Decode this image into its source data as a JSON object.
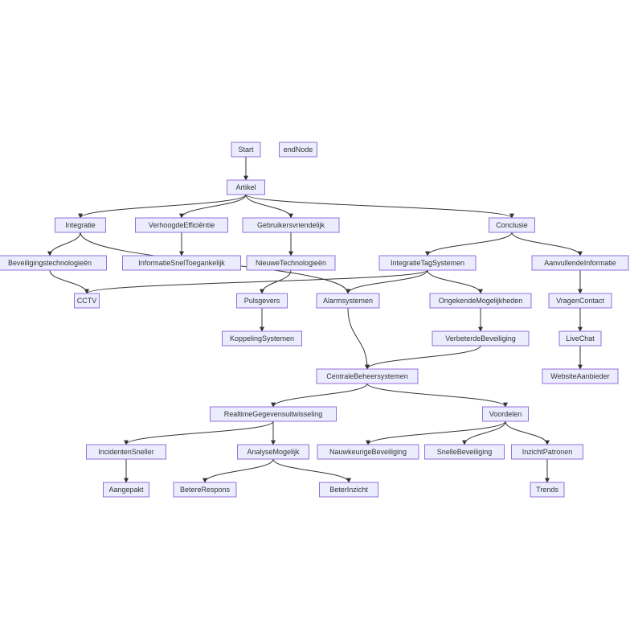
{
  "nodes": {
    "start": "Start",
    "endnode": "endNode",
    "artikel": "Artikel",
    "integratie": "Integratie",
    "verhoogde": "VerhoogdeEfficiëntie",
    "gebruikers": "Gebruikersvriendelijk",
    "conclusie": "Conclusie",
    "beveiligingstech": "Beveiligingstechnologieën",
    "infosnel": "InformatieSnelToegankelijk",
    "nieuwetech": "NieuweTechnologieën",
    "integratietag": "IntegratieTagSystemen",
    "aanvullende": "AanvullendeInformatie",
    "cctv": "CCTV",
    "pulsgevers": "Pulsgevers",
    "alarmsystemen": "Alarmsystemen",
    "ongekende": "OngekendeMogelijkheden",
    "vragencontact": "VragenContact",
    "koppeling": "KoppelingSystemen",
    "verbeterde": "VerbeterdeBeveiliging",
    "livechat": "LiveChat",
    "centrale": "CentraleBeheersystemen",
    "websiteaanbieder": "WebsiteAanbieder",
    "realtime": "RealtimeGegevensuitwisseling",
    "voordelen": "Voordelen",
    "incidenten": "IncidentenSneller",
    "analyse": "AnalyseMogelijk",
    "nauwkeurige": "NauwkeurigeBeveiliging",
    "snelle": "SnelleBeveiliging",
    "inzicht": "InzichtPatronen",
    "aangepakt": "Aangepakt",
    "betererespons": "BetereRespons",
    "beterinzicht": "BeterInzicht",
    "trends": "Trends"
  },
  "edges": [
    [
      "start",
      "artikel"
    ],
    [
      "artikel",
      "integratie"
    ],
    [
      "artikel",
      "verhoogde"
    ],
    [
      "artikel",
      "gebruikers"
    ],
    [
      "artikel",
      "conclusie"
    ],
    [
      "integratie",
      "beveiligingstech"
    ],
    [
      "integratie",
      "alarmsystemen"
    ],
    [
      "beveiligingstech",
      "cctv"
    ],
    [
      "verhoogde",
      "infosnel"
    ],
    [
      "gebruikers",
      "nieuwetech"
    ],
    [
      "nieuwetech",
      "pulsgevers"
    ],
    [
      "conclusie",
      "integratietag"
    ],
    [
      "conclusie",
      "aanvullende"
    ],
    [
      "integratietag",
      "cctv"
    ],
    [
      "integratietag",
      "alarmsystemen"
    ],
    [
      "integratietag",
      "ongekende"
    ],
    [
      "aanvullende",
      "vragencontact"
    ],
    [
      "pulsgevers",
      "koppeling"
    ],
    [
      "alarmsystemen",
      "centrale"
    ],
    [
      "ongekende",
      "verbeterde"
    ],
    [
      "verbeterde",
      "centrale"
    ],
    [
      "vragencontact",
      "livechat"
    ],
    [
      "livechat",
      "websiteaanbieder"
    ],
    [
      "centrale",
      "realtime"
    ],
    [
      "centrale",
      "voordelen"
    ],
    [
      "realtime",
      "incidenten"
    ],
    [
      "realtime",
      "analyse"
    ],
    [
      "voordelen",
      "nauwkeurige"
    ],
    [
      "voordelen",
      "snelle"
    ],
    [
      "voordelen",
      "inzicht"
    ],
    [
      "incidenten",
      "aangepakt"
    ],
    [
      "analyse",
      "betererespons"
    ],
    [
      "analyse",
      "beterinzicht"
    ],
    [
      "inzicht",
      "trends"
    ]
  ]
}
